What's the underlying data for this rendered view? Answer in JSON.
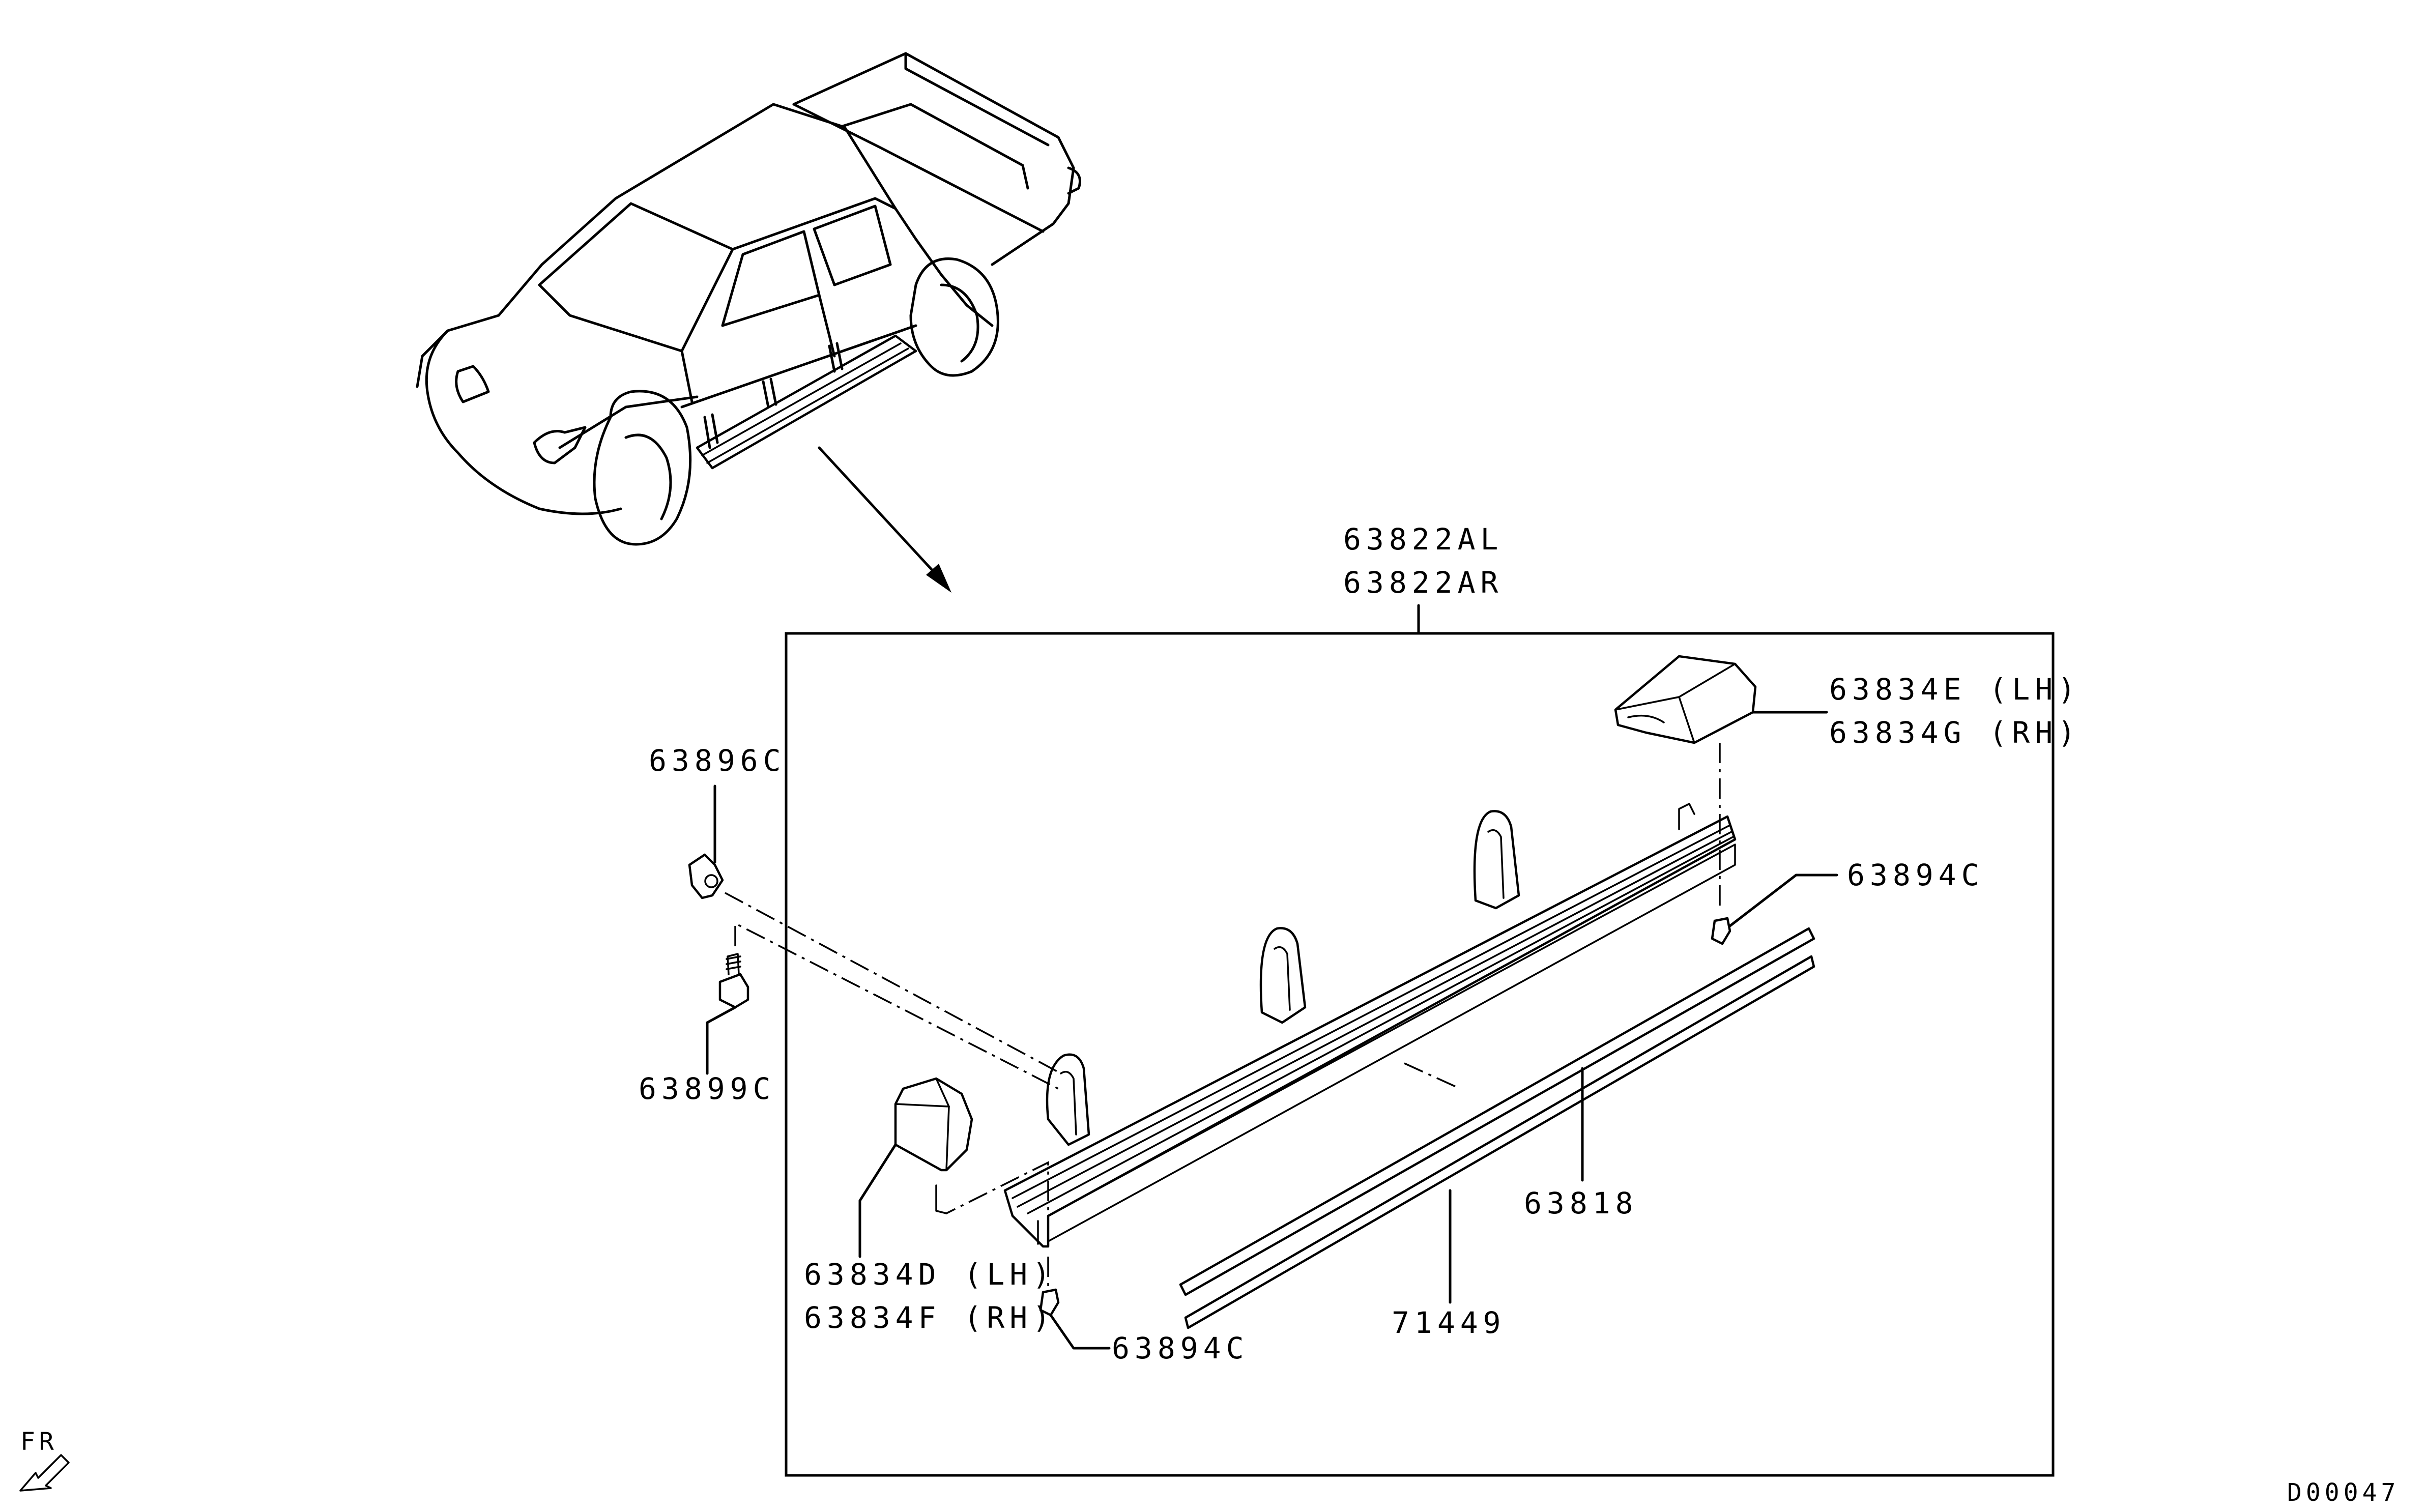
{
  "drawing_id": "D00047",
  "direction_label": "FR",
  "parts": {
    "step_assembly": [
      "63822AL",
      "63822AR"
    ],
    "rear_end_cap": [
      "63834E (LH)",
      "63834G (RH)"
    ],
    "front_end_cap": [
      "63834D (LH)",
      "63834F (RH)"
    ],
    "clip_nut": "63896C",
    "bolt": "63899C",
    "screw_rear": "63894C",
    "screw_front": "63894C",
    "moulding": "63818",
    "tape": "71449"
  }
}
